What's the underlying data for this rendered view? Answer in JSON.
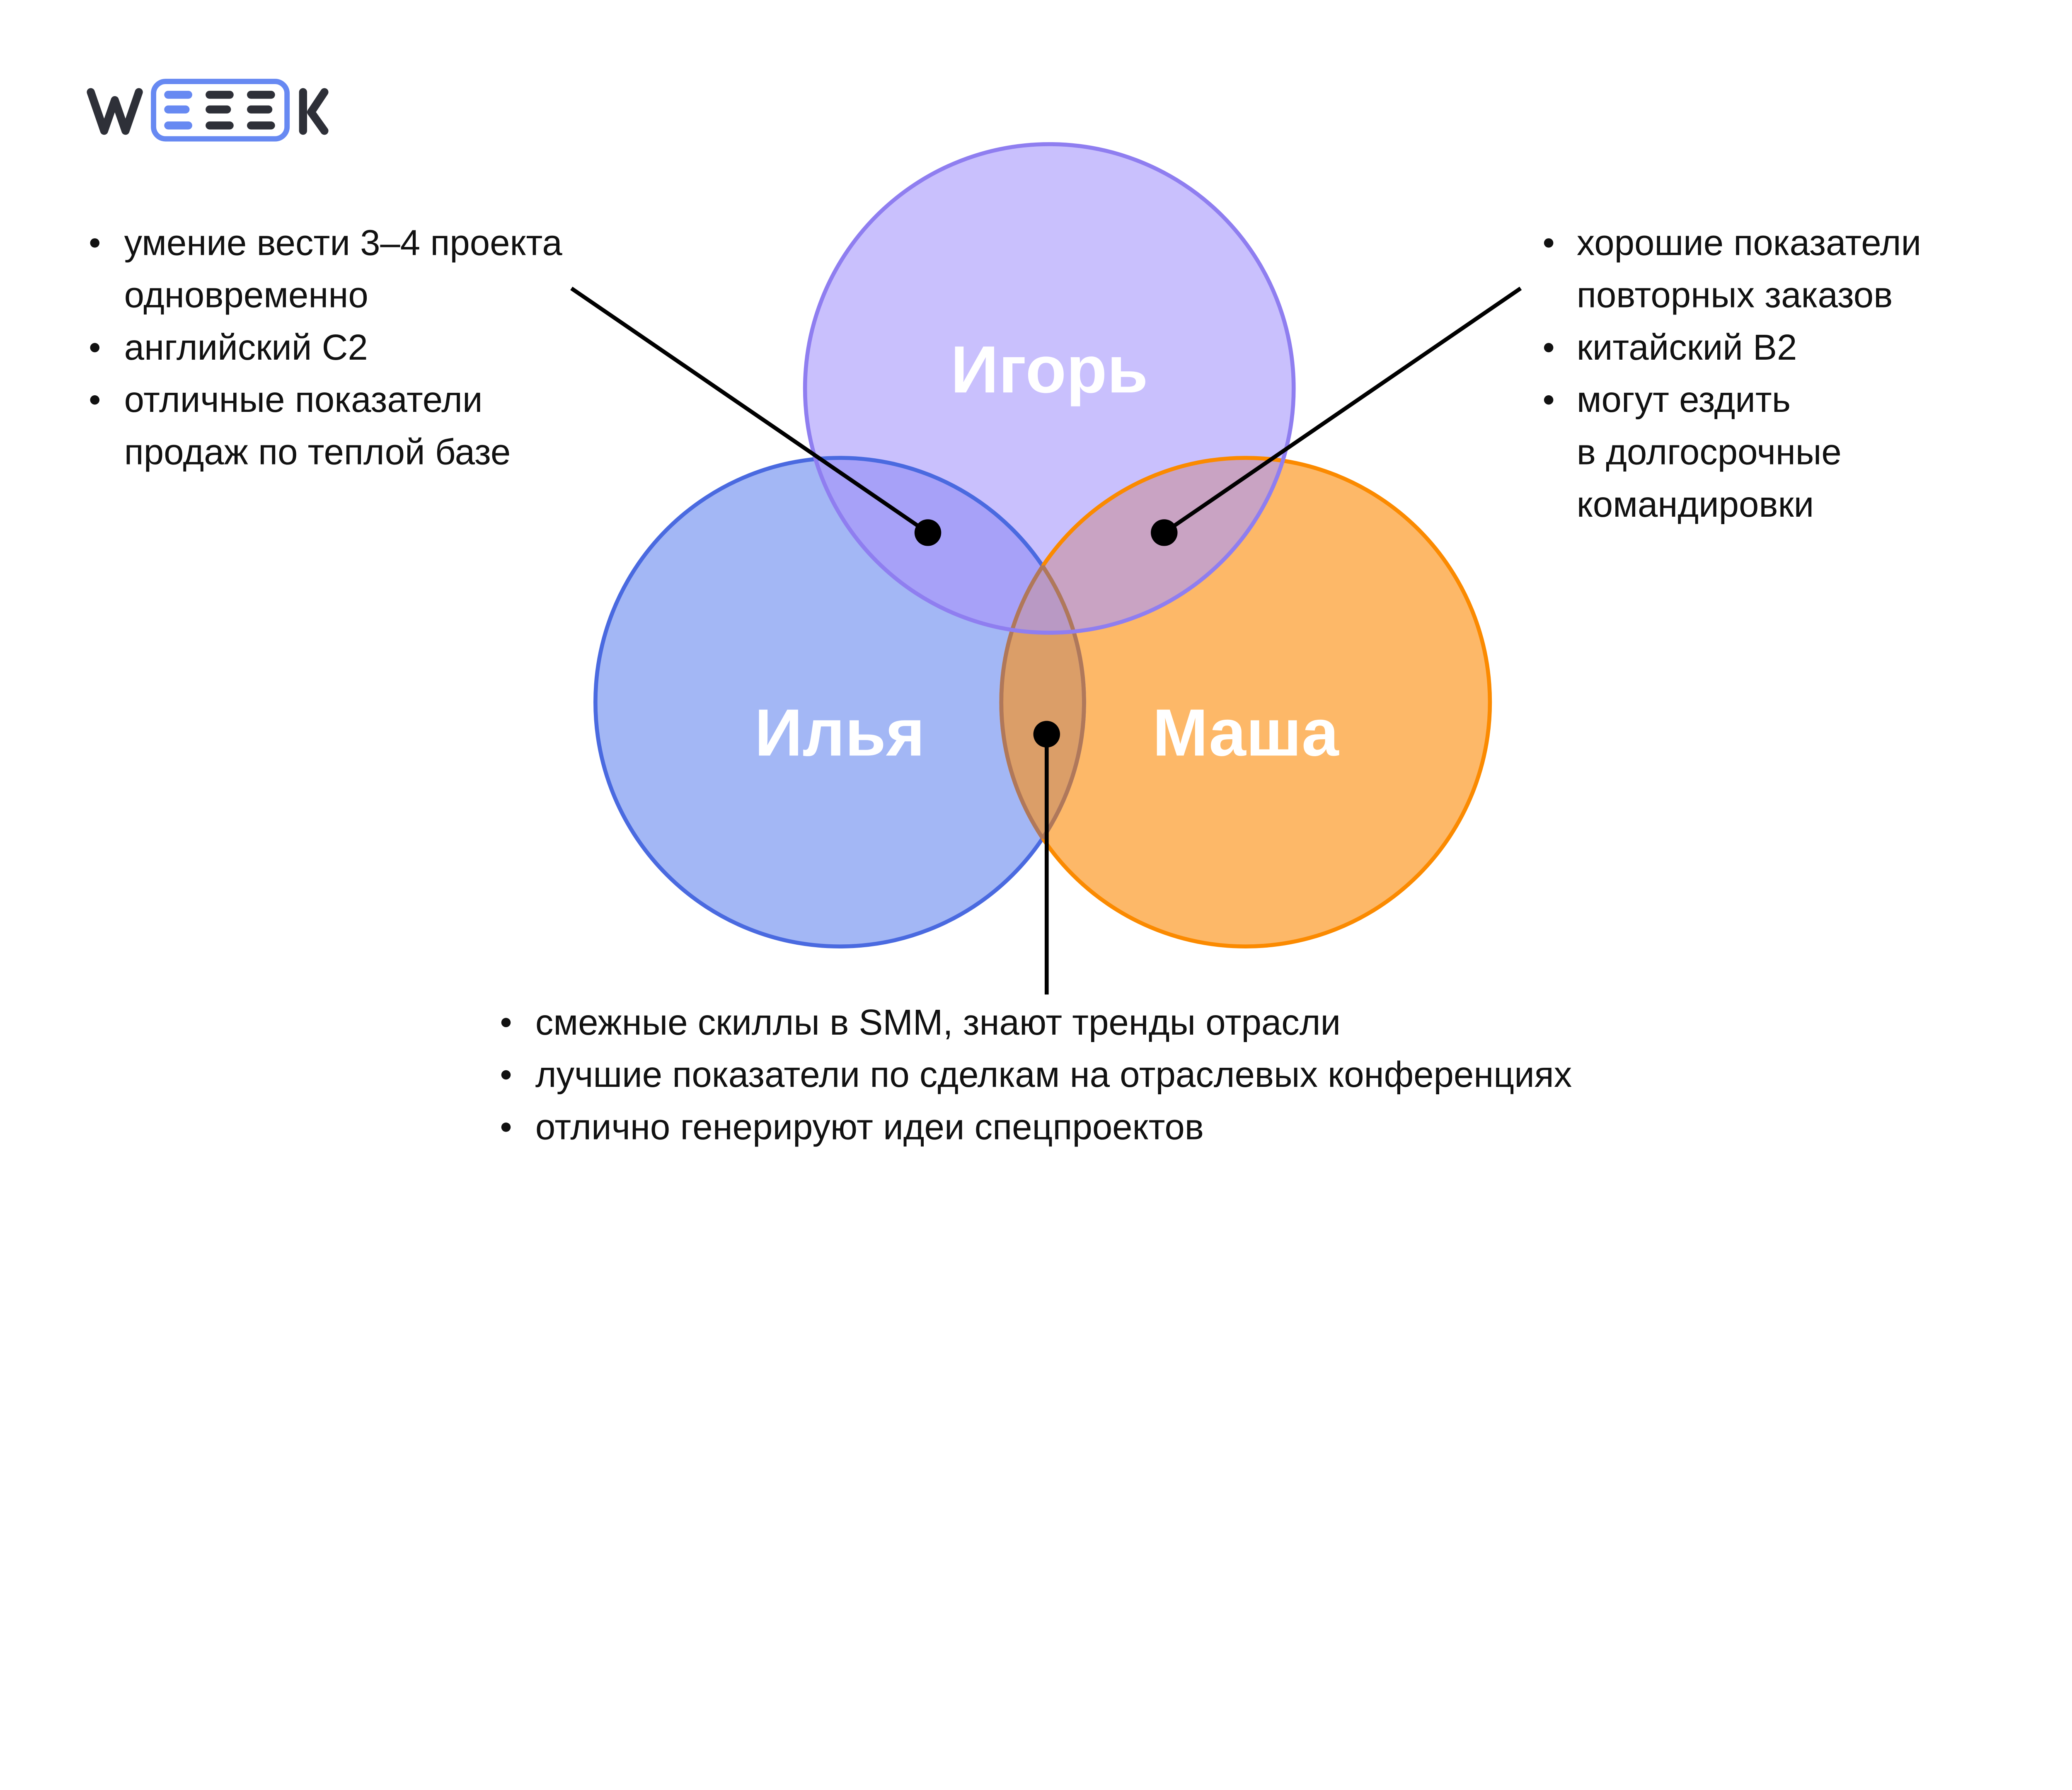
{
  "logo": {
    "text": "WEEEK",
    "colors": {
      "dark": "#2e3038",
      "accent": "#6789f2"
    }
  },
  "circles": [
    {
      "id": "igor",
      "label": "Игорь",
      "fill": "#c9c0fd",
      "stroke": "#8f7ef0"
    },
    {
      "id": "ilya",
      "label": "Илья",
      "fill": "#a3b7f5",
      "stroke": "#4a6ae0"
    },
    {
      "id": "masha",
      "label": "Маша",
      "fill": "#fdb868",
      "stroke": "#fb8a00"
    }
  ],
  "overlap_colors": {
    "igor_ilya": "#a7a1f8",
    "igor_masha": "#c9a3c3",
    "ilya_masha": "#db9e68",
    "all": "#b999c4"
  },
  "callouts": {
    "igor_ilya": {
      "lines": [
        "умение вести 3–4 проекта",
        "одновременно",
        "английский С2",
        "отличные показатели",
        "продаж по теплой базе"
      ]
    },
    "igor_masha": {
      "lines": [
        "хорошие показатели",
        "повторных заказов",
        "китайский В2",
        "могут ездить",
        "в долгосрочные",
        "командировки"
      ]
    },
    "ilya_masha": {
      "lines": [
        "смежные скиллы в SMM, знают тренды отрасли",
        "лучшие показатели по сделкам на отраслевых конференциях",
        "отлично генерируют идеи спецпроектов"
      ]
    }
  }
}
